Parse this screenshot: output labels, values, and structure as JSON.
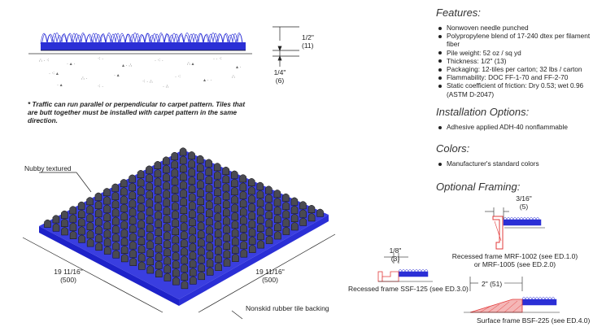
{
  "section_profile": {
    "dim_pile": "1/2\"",
    "dim_pile_mm": "(11)",
    "dim_base": "1/4\"",
    "dim_base_mm": "(6)"
  },
  "traffic_note": "* Traffic can run parallel or perpendicular to carpet pattern. Tiles that are butt together must be installed with carpet pattern in the same direction.",
  "tile": {
    "nubby_label": "Nubby textured",
    "backing_label": "Nonskid rubber tile backing",
    "dim_left": "19 11/16\"",
    "dim_left_mm": "(500)",
    "dim_right": "19 11/16\"",
    "dim_right_mm": "(500)"
  },
  "features": {
    "heading": "Features:",
    "items": [
      "Nonwoven needle punched",
      "Polypropylene blend of 17-240 dtex per filament fiber",
      "Pile weight: 52 oz / sq yd",
      "Thickness: 1/2\" (13)",
      "Packaging: 12-tiles per carton; 32 lbs / carton",
      "Flammability: DOC FF-1-70 and FF-2-70",
      "Static coefficient of friction: Dry 0.53; wet 0.96 (ASTM D-2047)"
    ]
  },
  "installation": {
    "heading": "Installation Options:",
    "items": [
      "Adhesive applied ADH-40 nonflammable"
    ]
  },
  "colors": {
    "heading": "Colors:",
    "items": [
      "Manufacturer's standard colors"
    ]
  },
  "framing": {
    "heading": "Optional Framing:",
    "mrf_dim": "3/16\"",
    "mrf_dim_mm": "(5)",
    "mrf_caption_1": "Recessed frame MRF-1002 (see ED.1.0)",
    "mrf_caption_2": "or MRF-1005 (see ED.2.0)",
    "ssf_dim": "1/8\"",
    "ssf_dim_mm": "(3)",
    "ssf_caption": "Recessed frame SSF-125 (see ED.3.0)",
    "bsf_dim": "2\" (51)",
    "bsf_caption": "Surface frame BSF-225 (see ED.4.0)"
  },
  "colors_used": {
    "carpet_blue": "#2b2fd6",
    "frame_red": "#e23b3b"
  }
}
